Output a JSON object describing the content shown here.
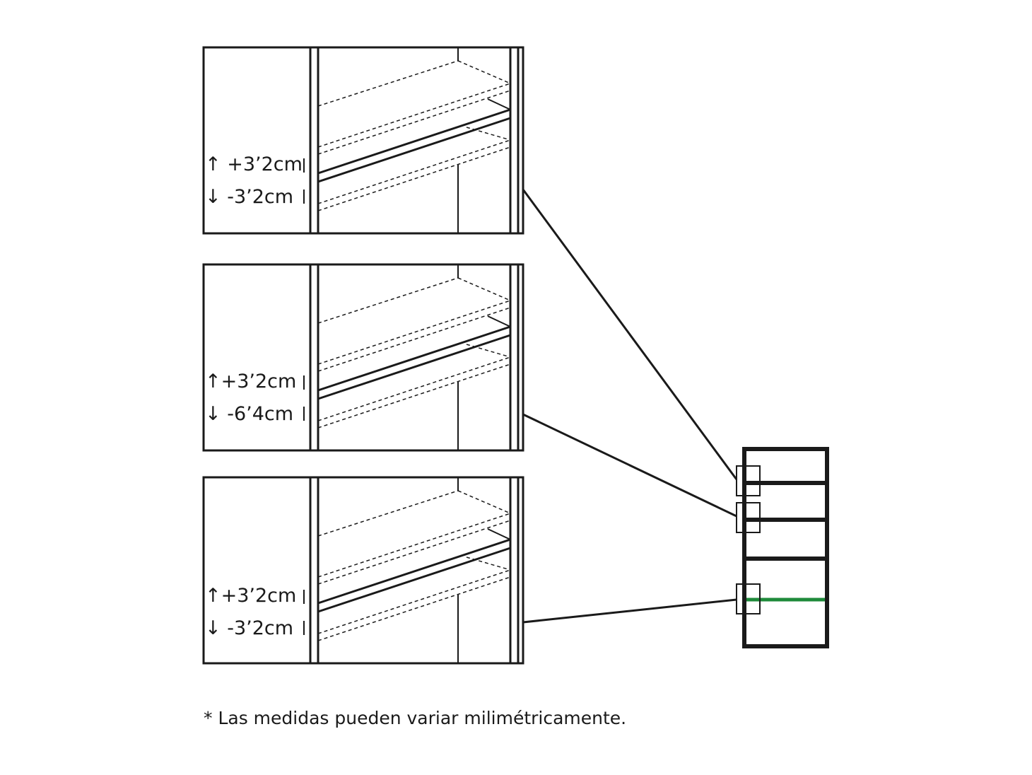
{
  "panels": [
    {
      "up_label": "↑ +3’2cm",
      "down_label": "↓  -3’2cm"
    },
    {
      "up_label": "↑+3’2cm",
      "down_label": "↓ -6’4cm"
    },
    {
      "up_label": "↑+3’2cm",
      "down_label": "↓ -3’2cm"
    }
  ],
  "footnote": "* Las medidas pueden variar milimétricamente.",
  "colors": {
    "line": "#1a1a1a",
    "highlight_shelf": "#1e8a3a",
    "background": "#ffffff"
  }
}
